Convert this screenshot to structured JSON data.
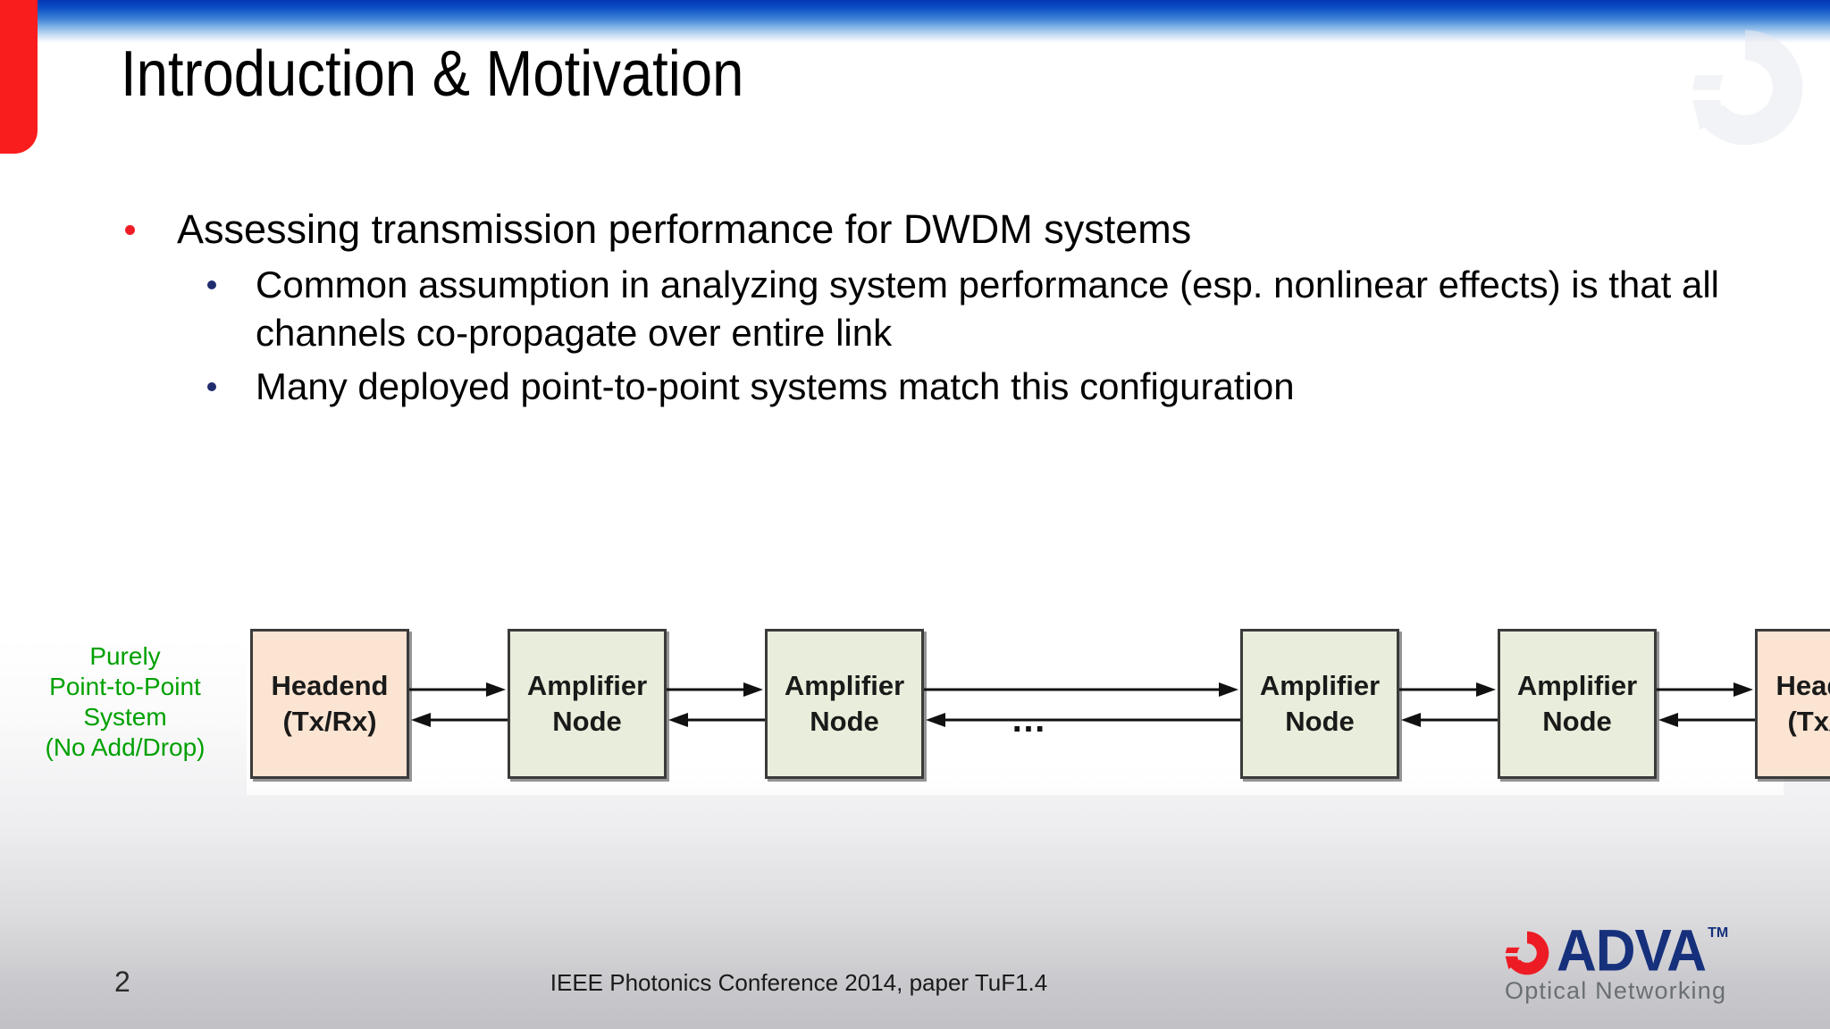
{
  "slide": {
    "title": "Introduction & Motivation",
    "page_number": "2",
    "footer_text": "IEEE Photonics Conference 2014, paper TuF1.4"
  },
  "colors": {
    "accent_red": "#fa1d1d",
    "header_blue": "#0436b4",
    "bullet_l1": "#ee1c25",
    "bullet_l2": "#1f2d6e",
    "label_green": "#00a000",
    "headend_fill": "#fce4d2",
    "amplifier_fill": "#e8eedb",
    "logo_navy": "#16307c",
    "logo_red": "#ed1c24"
  },
  "bullets": [
    {
      "level": 1,
      "text": "Assessing transmission performance for DWDM systems"
    },
    {
      "level": 2,
      "text": "Common assumption in analyzing system performance (esp. nonlinear effects) is that all channels co-propagate over entire link"
    },
    {
      "level": 2,
      "text": "Many deployed point-to-point systems match this configuration"
    }
  ],
  "diagram": {
    "side_label_lines": [
      "Purely",
      "Point-to-Point",
      "System",
      "(No Add/Drop)"
    ],
    "ellipsis": "…",
    "nodes": [
      {
        "type": "headend",
        "line1": "Headend",
        "line2": "(Tx/Rx)"
      },
      {
        "type": "amplifier",
        "line1": "Amplifier",
        "line2": "Node"
      },
      {
        "type": "amplifier",
        "line1": "Amplifier",
        "line2": "Node"
      },
      {
        "type": "amplifier",
        "line1": "Amplifier",
        "line2": "Node"
      },
      {
        "type": "amplifier",
        "line1": "Amplifier",
        "line2": "Node"
      },
      {
        "type": "headend",
        "line1": "Headend",
        "line2": "(Tx/Rx)"
      }
    ]
  },
  "logo": {
    "wordmark": "ADVA",
    "trademark": "TM",
    "tagline": "Optical Networking"
  }
}
